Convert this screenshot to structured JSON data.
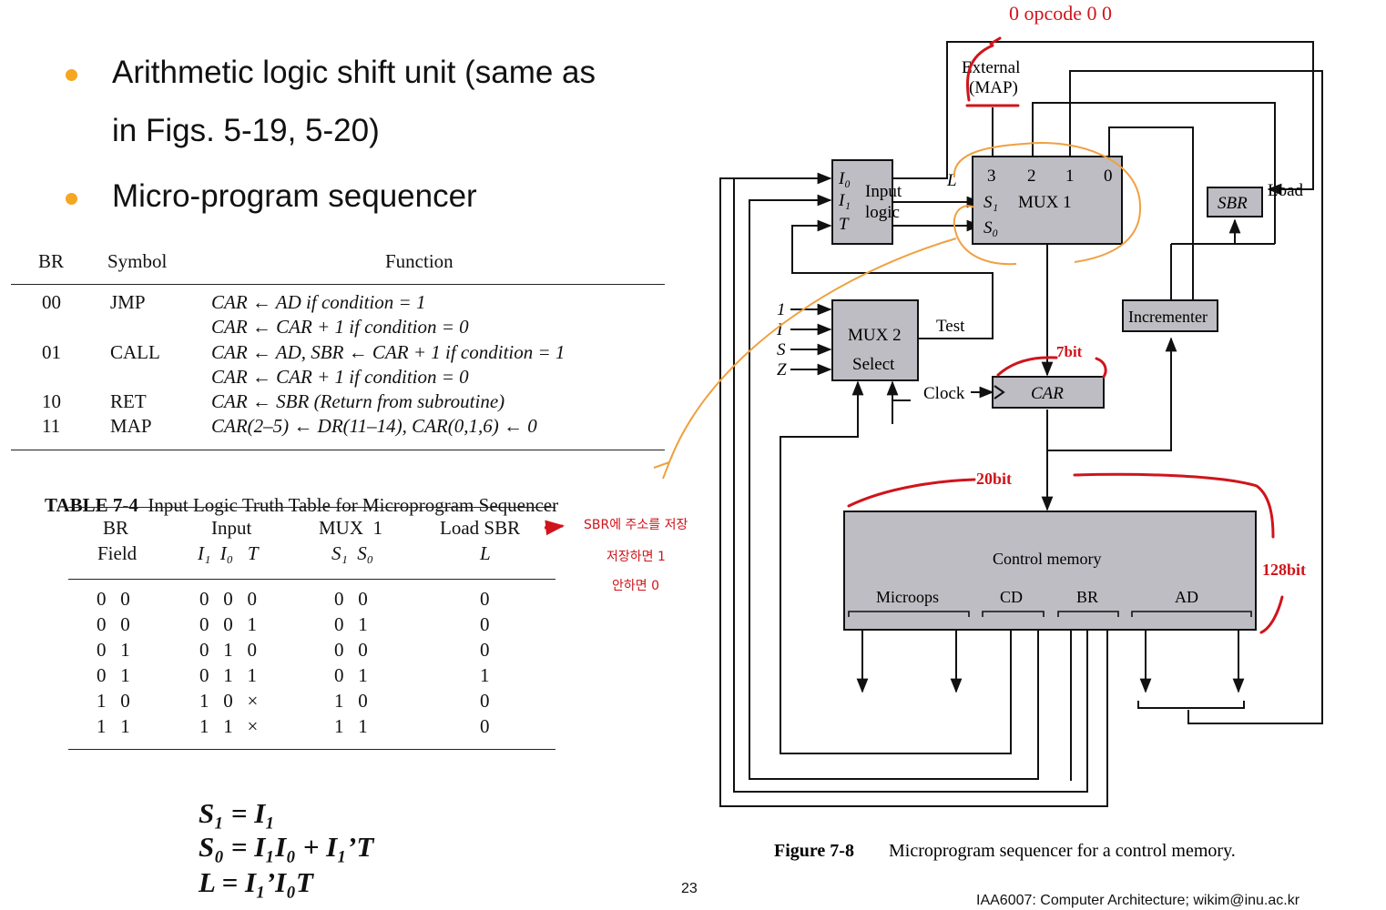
{
  "bullets": [
    {
      "line1": "Arithmetic logic shift unit (same as",
      "line2": "in Figs. 5-19, 5-20)"
    },
    {
      "line1": "Micro-program sequencer"
    }
  ],
  "br_table": {
    "headers": [
      "BR",
      "Symbol",
      "Function"
    ],
    "rows": [
      {
        "br": "00",
        "symbol": "JMP",
        "f1": "CAR ← AD if condition = 1",
        "f2": "CAR ← CAR + 1 if condition = 0"
      },
      {
        "br": "01",
        "symbol": "CALL",
        "f1": "CAR ← AD, SBR ← CAR + 1 if condition = 1",
        "f2": "CAR ← CAR + 1 if condition = 0"
      },
      {
        "br": "10",
        "symbol": "RET",
        "f1": "CAR ← SBR (Return from subroutine)"
      },
      {
        "br": "11",
        "symbol": "MAP",
        "f1": "CAR(2–5) ← DR(11–14), CAR(0,1,6) ← 0"
      }
    ]
  },
  "truth_table": {
    "caption_label": "TABLE 7-4",
    "caption_text": "Input Logic Truth Table for Microprogram Sequencer",
    "headers": {
      "br_top": "BR",
      "br_bottom": "Field",
      "input_top": "Input",
      "input_bottom": "I₁  I₀   T",
      "mux_top": "MUX  1",
      "mux_bottom": "S₁  S₀",
      "load_top": "Load SBR",
      "load_bottom": "L"
    },
    "rows": [
      {
        "br": "0   0",
        "input": "0   0   0",
        "mux": "0   0",
        "load": "0"
      },
      {
        "br": "0   0",
        "input": "0   0   1",
        "mux": "0   1",
        "load": "0"
      },
      {
        "br": "0   1",
        "input": "0   1   0",
        "mux": "0   0",
        "load": "0"
      },
      {
        "br": "0   1",
        "input": "0   1   1",
        "mux": "0   1",
        "load": "1"
      },
      {
        "br": "1   0",
        "input": "1   0   ×",
        "mux": "1   0",
        "load": "0"
      },
      {
        "br": "1   1",
        "input": "1   1   ×",
        "mux": "1   1",
        "load": "0"
      }
    ]
  },
  "equations": [
    "S₁ = I₁",
    "S₀ = I₁I₀ + I₁’T",
    "L = I₁’I₀T"
  ],
  "annotations": {
    "opcode": "0 opcode  0 0",
    "sbr_note_1": "SBR에 주소를 저장",
    "sbr_note_2": "저장하면 1",
    "sbr_note_3": "안하면 0",
    "bits_car": "7bit",
    "bits_width": "20bit",
    "bits_depth": "128bit"
  },
  "figure": {
    "external_1": "External",
    "external_2": "(MAP)",
    "input_logic_1": "Input",
    "input_logic_2": "logic",
    "in_i0": "I₀",
    "in_i1": "I₁",
    "in_t": "T",
    "mux1": "MUX 1",
    "mux1_inputs": [
      "3",
      "2",
      "1",
      "0"
    ],
    "mux1_s1": "S₁",
    "mux1_s0": "S₀",
    "l_label": "L",
    "sbr": "SBR",
    "load": "Load",
    "incrementer": "Incrementer",
    "mux2_1": "MUX 2",
    "mux2_2": "Select",
    "mux2_inputs": [
      "1",
      "I",
      "S",
      "Z"
    ],
    "test": "Test",
    "clock": "Clock",
    "car": "CAR",
    "control_memory": "Control memory",
    "fields": [
      "Microops",
      "CD",
      "BR",
      "AD"
    ],
    "caption_label": "Figure 7-8",
    "caption_text": "Microprogram sequencer for a control memory."
  },
  "footer": {
    "page": "23",
    "course": "IAA6007: Computer Architecture; wikim@inu.ac.kr"
  },
  "colors": {
    "bullet": "#f5a623",
    "annotation": "#d0141b",
    "orange_line": "#f0a040",
    "block_fill": "#bdbdc3"
  }
}
